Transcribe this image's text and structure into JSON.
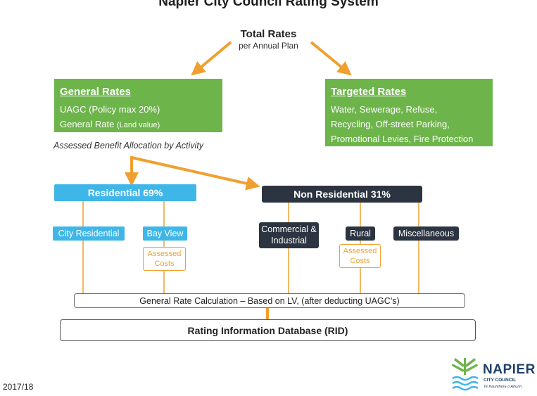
{
  "title": "Napier City Council Rating System",
  "total_rates": {
    "title": "Total Rates",
    "subtitle": "per Annual Plan"
  },
  "general_rates": {
    "heading": "General Rates",
    "line1": "UAGC (Policy max 20%)",
    "line2_main": "General Rate",
    "line2_small": "(Land value)"
  },
  "targeted_rates": {
    "heading": "Targeted Rates",
    "lines": [
      "Water, Sewerage, Refuse,",
      "Recycling, Off-street Parking,",
      "Promotional Levies, Fire Protection"
    ]
  },
  "allocation_label": "Assessed Benefit Allocation by Activity",
  "residential": {
    "label": "Residential 69%",
    "children": [
      "City Residential",
      "Bay View"
    ],
    "assessed_costs": "Assessed Costs"
  },
  "non_residential": {
    "label": "Non Residential 31%",
    "children": [
      "Commercial & Industrial",
      "Rural",
      "Miscellaneous"
    ],
    "assessed_costs": "Assessed Costs"
  },
  "calculation": "General Rate Calculation – Based on LV, (after deducting UAGC’s)",
  "database": "Rating Information Database (RID)",
  "footer_year": "2017/18",
  "logo": {
    "name": "NAPIER",
    "org": "CITY COUNCIL",
    "tagline": "Te Kaunihera o Ahuriri"
  },
  "colors": {
    "green": "#6db44b",
    "blue": "#3fb6e8",
    "dark": "#2b3440",
    "orange": "#f0a030",
    "navy": "#1d3f6e"
  }
}
